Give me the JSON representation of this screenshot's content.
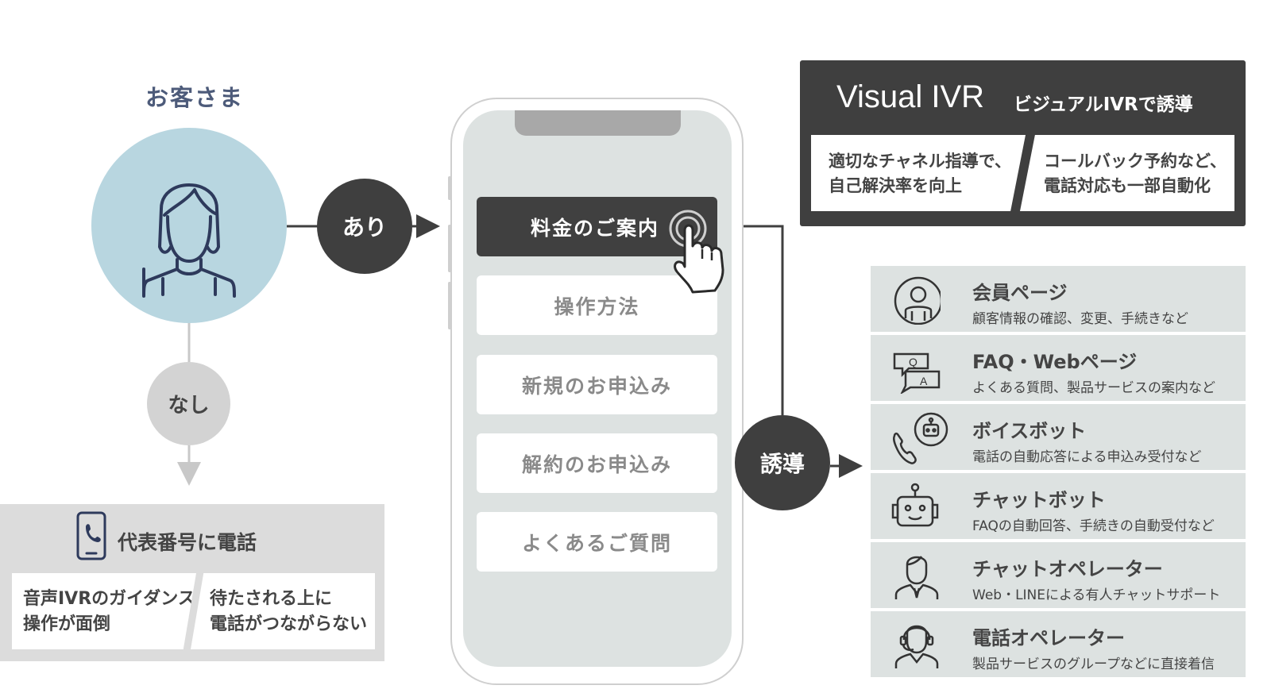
{
  "customer": {
    "title": "お客さま",
    "yes_label": "あり",
    "no_label": "なし"
  },
  "daihyo": {
    "title": "代表番号に電話",
    "issues": [
      {
        "line1": "音声IVRのガイダンス",
        "line2": "操作が面倒"
      },
      {
        "line1": "待たされる上に",
        "line2": "電話がつながらない"
      }
    ]
  },
  "phone": {
    "menu": [
      "料金のご案内",
      "操作方法",
      "新規のお申込み",
      "解約のお申込み",
      "よくあるご質問"
    ]
  },
  "guide_label": "誘導",
  "visual_ivr": {
    "logo": "Visual IVR",
    "subtitle": "ビジュアルIVRで誘導",
    "benefits": [
      {
        "line1": "適切なチャネル指導で、",
        "line2": "自己解決率を向上"
      },
      {
        "line1": "コールバック予約など、",
        "line2": "電話対応も一部自動化"
      }
    ]
  },
  "channels": [
    {
      "icon": "member-icon",
      "title": "会員ページ",
      "desc": "顧客情報の確認、変更、手続きなど"
    },
    {
      "icon": "faq-icon",
      "title": "FAQ・Webページ",
      "desc": "よくある質問、製品サービスの案内など"
    },
    {
      "icon": "voicebot-icon",
      "title": "ボイスボット",
      "desc": "電話の自動応答による申込み受付など"
    },
    {
      "icon": "chatbot-icon",
      "title": "チャットボット",
      "desc": "FAQの自動回答、手続きの自動受付など"
    },
    {
      "icon": "chat-operator-icon",
      "title": "チャットオペレーター",
      "desc": "Web・LINEによる有人チャットサポート"
    },
    {
      "icon": "phone-operator-icon",
      "title": "電話オペレーター",
      "desc": "製品サービスのグループなどに直接着信"
    }
  ]
}
